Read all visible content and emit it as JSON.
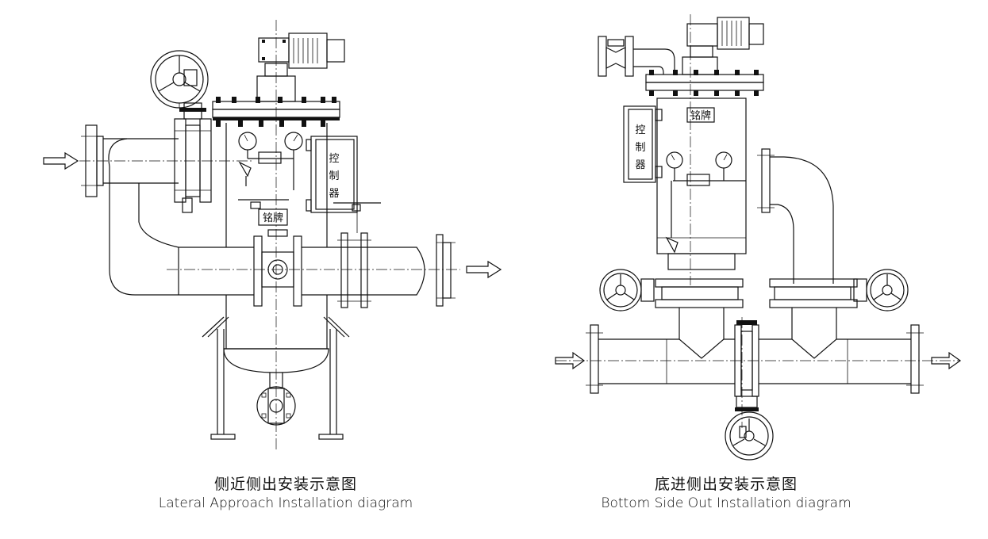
{
  "diagrams": [
    {
      "controller_label": [
        "控",
        "制",
        "器"
      ],
      "nameplate_label": "铭牌",
      "caption_cn": "侧近侧出安装示意图",
      "caption_en": "Lateral Approach Installation diagram"
    },
    {
      "controller_label": [
        "控",
        "制",
        "器"
      ],
      "nameplate_label": "铭牌",
      "caption_cn": "底进侧出安装示意图",
      "caption_en": "Bottom Side Out Installation diagram"
    }
  ]
}
